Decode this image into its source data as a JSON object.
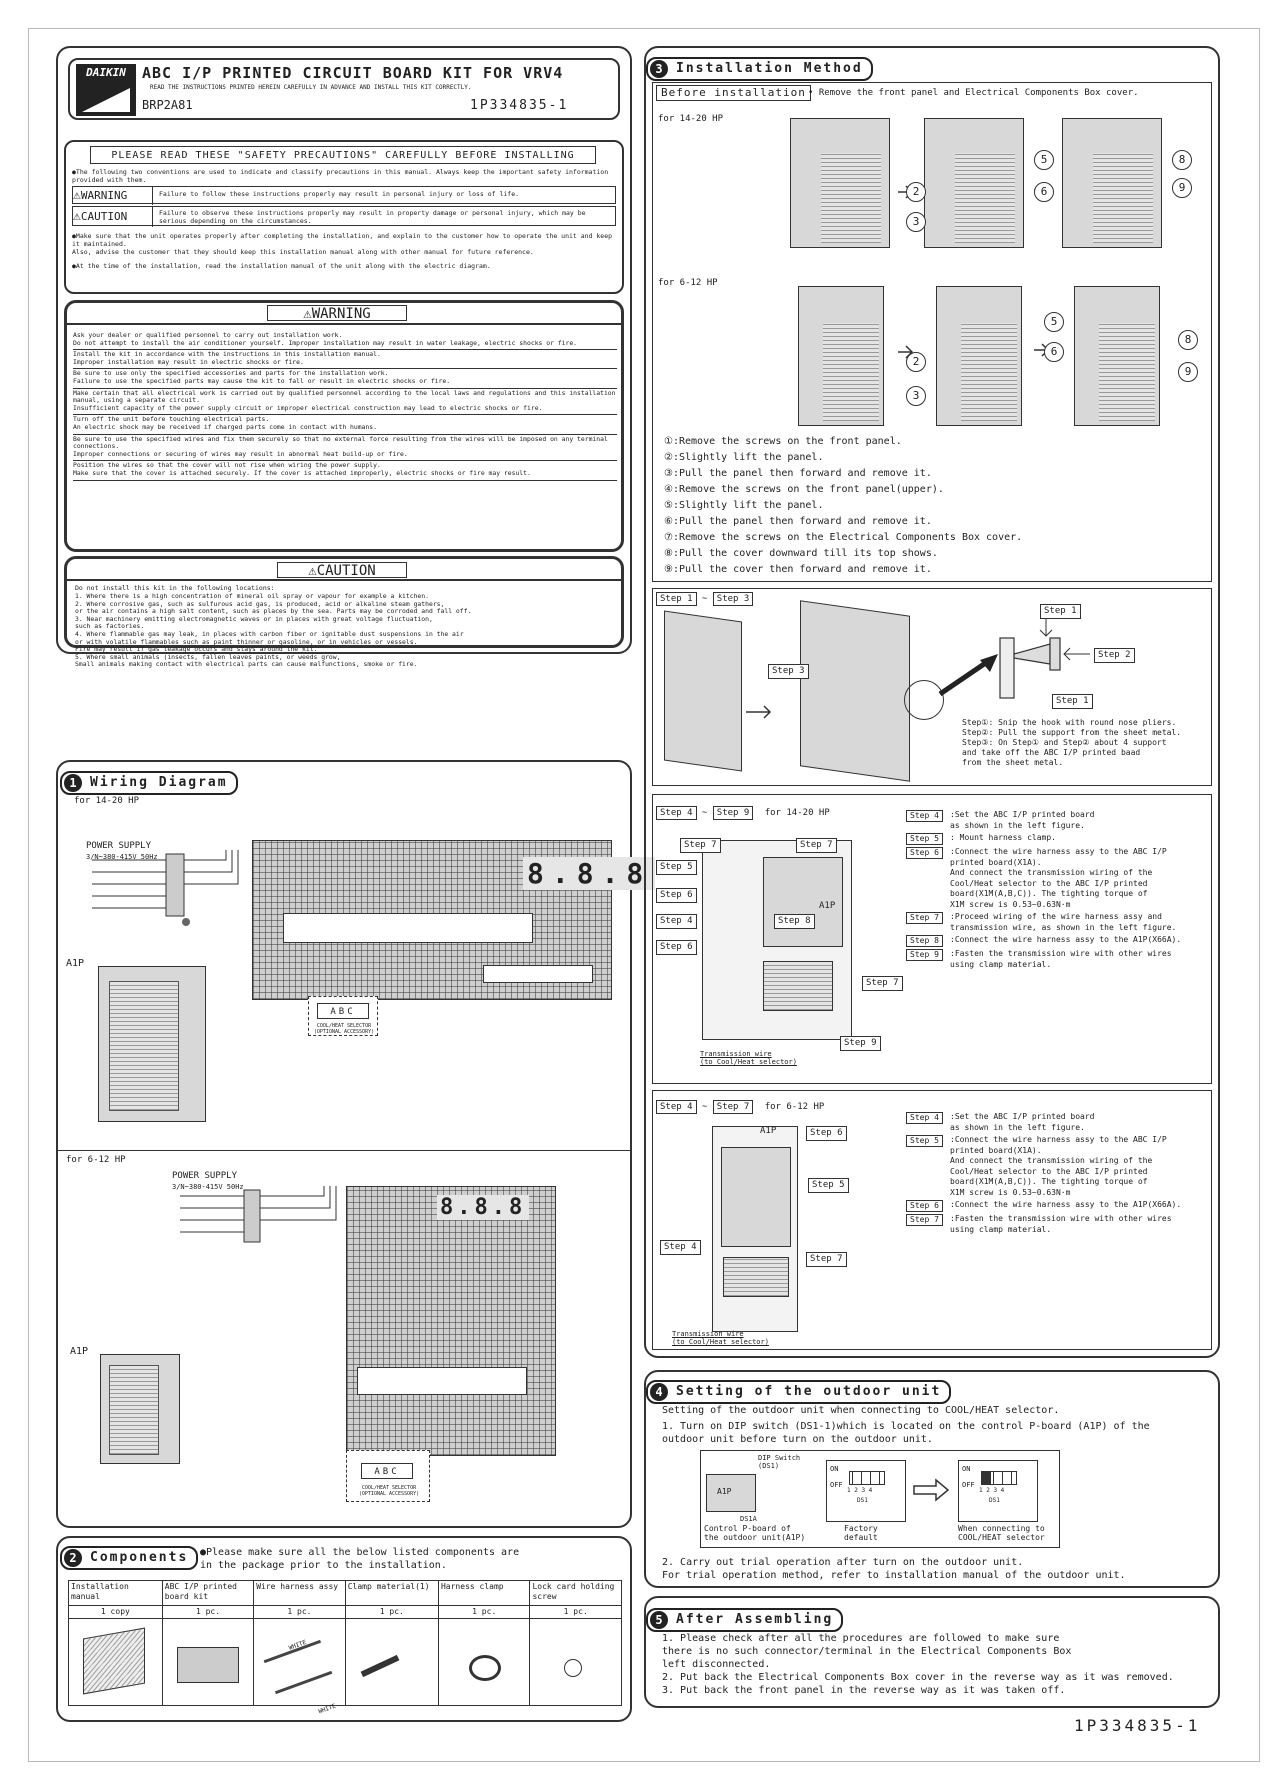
{
  "header": {
    "brand": "DAIKIN",
    "title": "ABC I/P PRINTED CIRCUIT BOARD KIT FOR VRV4",
    "subtitle": "READ THE INSTRUCTIONS PRINTED HEREIN CAREFULLY IN ADVANCE AND INSTALL THIS KIT CORRECTLY.",
    "model": "BRP2A81",
    "doc_code": "1P334835-1"
  },
  "safety": {
    "heading": "PLEASE READ THESE \"SAFETY PRECAUTIONS\" CAREFULLY BEFORE INSTALLING",
    "intro": "●The following two conventions are used to indicate and classify precautions in this manual. Always keep the important safety information provided with them.",
    "warning_label": "WARNING",
    "warning_def": "Failure to follow these instructions properly may result in personal injury or loss of life.",
    "caution_label": "CAUTION",
    "caution_def": "Failure to observe these instructions properly may result in property damage or personal injury, which may be serious depending on the circumstances.",
    "note1": "●Make sure that the unit operates properly after completing the installation, and explain to the customer how to operate the unit and keep it maintained.\nAlso, advise the customer that they should keep this installation manual along with other manual for future reference.",
    "note2": "●At the time of the installation, read the installation manual of the unit along with the electric diagram."
  },
  "warning": {
    "title": "WARNING",
    "items": [
      "Ask your dealer or qualified personnel to carry out installation work.\nDo not attempt to install the air conditioner yourself. Improper installation may result in water leakage, electric shocks or fire.",
      "Install the kit in accordance with the instructions in this installation manual.\nImproper installation may result in electric shocks or fire.",
      "Be sure to use only the specified accessories and parts for the installation work.\nFailure to use the specified parts may cause the kit to fall or result in electric shocks or fire.",
      "Make certain that all electrical work is carried out by qualified personnel according to the local laws and regulations and this installation manual, using a separate circuit.\nInsufficient capacity of the power supply circuit or improper electrical construction may lead to electric shocks or fire.",
      "Turn off the unit before touching electrical parts.\nAn electric shock may be received if charged parts come in contact with humans.",
      "Be sure to use the specified wires and fix them securely so that no external force resulting from the wires will be imposed on any terminal connections.\nImproper connections or securing of wires may result in abnormal heat build-up or fire.",
      "Position the wires so that the cover will not rise when wiring the power supply.\nMake sure that the cover is attached securely. If the cover is attached improperly, electric shocks or fire may result."
    ]
  },
  "caution": {
    "title": "CAUTION",
    "lead": "Do not install this kit in the following locations:",
    "items": [
      "1.  Where there is a high concentration of mineral oil spray or vapour for example a kitchen.",
      "2.  Where corrosive gas, such as sulfurous acid gas, is produced, acid or alkaline steam gathers,\n     or the air contains a high salt content, such as places by the sea. Parts may be corroded and fall off.",
      "3.  Near machinery emitting electromagnetic waves or in places with great voltage fluctuation,\n     such as factories.",
      "4.  Where flammable gas may leak, in places with carbon fiber or ignitable dust suspensions in the air\n     or with volatile flammables such as paint thinner or gasoline, or in vehicles or vessels.\n     Fire may result if gas leakage occurs and stays around the kit.",
      "5.  Where small animals (insects, fallen leaves paints, or weeds grow,\n     Small animals making contact with electrical parts can cause malfunctions, smoke or fire."
    ]
  },
  "wiring": {
    "num": "1",
    "title": "Wiring Diagram",
    "sub1": "for 14-20 HP",
    "sub2": "for 6-12 HP",
    "power": "POWER SUPPLY",
    "power_spec1": "3/N~380-415V 50Hz",
    "power_spec2": "3/N~380-415V 50Hz",
    "a1p": "A1P",
    "display1": "8.8.8",
    "display2": "8.8.8",
    "selector": "COOL/HEAT SELECTOR\n(OPTIONAL ACCESSORY)",
    "selector_terms": [
      "A",
      "B",
      "C"
    ]
  },
  "components": {
    "num": "2",
    "title": "Components",
    "note": "●Please make sure all the below listed components are\n   in the package prior to the installation.",
    "headers": [
      "Installation manual",
      "ABC I/P printed board kit",
      "Wire harness assy",
      "Clamp material(1)",
      "Harness clamp",
      "Lock card holding screw"
    ],
    "qty": [
      "1 copy",
      "1 pc.",
      "1 pc.",
      "1 pc.",
      "1 pc.",
      "1 pc."
    ],
    "wire_labels": [
      "WHITE",
      "WHITE"
    ]
  },
  "install": {
    "num": "3",
    "title": "Installation Method",
    "before": "Before installation",
    "before_note": "• Remove the front panel and Electrical Components Box cover.",
    "sub1": "for 14-20 HP",
    "sub2": "for 6-12 HP",
    "callouts": [
      "2",
      "3",
      "5",
      "6",
      "8",
      "9"
    ],
    "steps": [
      "①:Remove the screws on the front panel.",
      "②:Slightly lift the panel.",
      "③:Pull the panel then forward and remove it.",
      "④:Remove the screws on the front panel(upper).",
      "⑤:Slightly lift the panel.",
      "⑥:Pull the panel then forward and remove it.",
      "⑦:Remove the screws on the Electrical Components Box cover.",
      "⑧:Pull the cover downward till its top shows.",
      "⑨:Pull the cover then forward and remove it."
    ],
    "range1_a": "Step 1",
    "range1_b": "Step 3",
    "step1": "Step 1",
    "step2": "Step 2",
    "step3": "Step 3",
    "step_text1": "Step①: Snip the hook with round nose pliers.\nStep②: Pull the support from the sheet metal.\nStep③: On Step① and Step② about 4 support\n            and take off the ABC I/P printed baad\n            from the sheet metal.",
    "range2_a": "Step 4",
    "range2_b": "Step 9",
    "range2_sub": "for 14-20 HP",
    "labels2": [
      "Step 7",
      "Step 7",
      "Step 5",
      "Step 6",
      "Step 4",
      "Step 8",
      "Step 6",
      "Step 7",
      "Step 9"
    ],
    "a1p": "A1P",
    "trans_wire": "Transmission wire\n(to Cool/Heat selector)",
    "steps2": [
      [
        "Step 4",
        ":Set the ABC I/P printed board\n as shown in the left figure."
      ],
      [
        "Step 5",
        ": Mount harness clamp."
      ],
      [
        "Step 6",
        ":Connect the wire harness assy to the ABC I/P\n printed board(X1A).\n And connect the transmission wiring of the\n Cool/Heat selector to the ABC I/P printed\n board(X1M(A,B,C)). The tighting torque of\n X1M screw is 0.53~0.63N·m"
      ],
      [
        "Step 7",
        ":Proceed wiring of the wire harness assy and\n transmission wire, as shown in the left figure."
      ],
      [
        "Step 8",
        ":Connect the wire harness assy to the A1P(X66A)."
      ],
      [
        "Step 9",
        ":Fasten the transmission wire with other wires\n using clamp material."
      ]
    ],
    "range3_a": "Step 4",
    "range3_b": "Step 7",
    "range3_sub": "for 6-12 HP",
    "labels3": [
      "A1P",
      "Step 6",
      "Step 5",
      "Step 4",
      "Step 7"
    ],
    "steps3": [
      [
        "Step 4",
        ":Set the ABC I/P printed board\n as shown in the left figure."
      ],
      [
        "Step 5",
        ":Connect the wire harness assy to the ABC I/P\n printed board(X1A).\n And connect the transmission wiring of the\n Cool/Heat selector to the ABC I/P printed\n board(X1M(A,B,C)). The tighting torque of\n X1M screw is 0.53~0.63N·m"
      ],
      [
        "Step 6",
        ":Connect the wire harness assy to the A1P(X66A)."
      ],
      [
        "Step 7",
        ":Fasten the transmission wire with other wires\n using clamp material."
      ]
    ]
  },
  "outdoor": {
    "num": "4",
    "title": "Setting of the outdoor unit",
    "intro": "Setting of the outdoor unit when connecting to COOL/HEAT selector.",
    "item1": "1.  Turn on DIP switch (DS1-1)which is located on the control P-board (A1P) of the\n     outdoor unit before turn on the outdoor unit.",
    "dip_label": "DIP Switch\n(DS1)",
    "a1p": "A1P",
    "ds1a": "DS1A",
    "ctrl": "Control P-board of\nthe outdoor unit(A1P)",
    "on": "ON",
    "off": "OFF",
    "digits": "1 2 3 4",
    "ds1": "DS1",
    "factory": "Factory\ndefault",
    "when": "When connecting to\nCOOL/HEAT selector",
    "item2": "2.  Carry out trial operation after turn on the outdoor unit.\n     For trial operation method, refer to installation manual of the outdoor unit."
  },
  "after": {
    "num": "5",
    "title": "After Assembling",
    "items": [
      "1.  Please check after all the procedures are followed to make sure\n     there is no such connector/terminal in the Electrical Components Box\n     left disconnected.",
      "2.  Put back the Electrical Components Box cover in the reverse way as it was removed.",
      "3.  Put back the front panel in the reverse way as it was taken off."
    ]
  },
  "footer": {
    "code": "1P334835-1"
  }
}
